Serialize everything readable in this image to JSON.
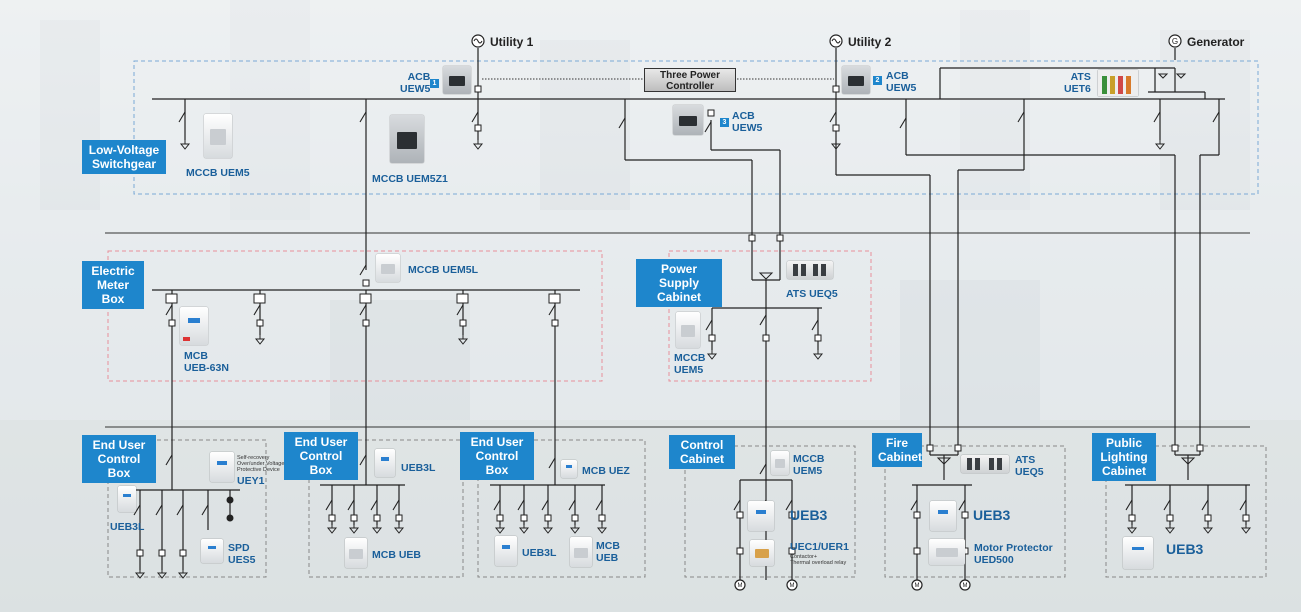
{
  "sources": {
    "utility1": "Utility 1",
    "utility2": "Utility 2",
    "generator": "Generator",
    "generator_symbol": "G",
    "motor_symbol": "M"
  },
  "controller": {
    "line1": "Three Power",
    "line2": "Controller"
  },
  "sections": {
    "lv_switchgear": {
      "line1": "Low-Voltage",
      "line2": "Switchgear"
    },
    "meter_box": {
      "line1": "Electric",
      "line2": "Meter Box"
    },
    "power_supply": {
      "line1": "Power Supply",
      "line2": "Cabinet"
    },
    "end_user_1": {
      "line1": "End User",
      "line2": "Control Box"
    },
    "end_user_2": {
      "line1": "End User",
      "line2": "Control Box"
    },
    "end_user_3": {
      "line1": "End User",
      "line2": "Control Box"
    },
    "control_cabinet": {
      "line1": "Control",
      "line2": "Cabinet"
    },
    "fire_cabinet": {
      "line1": "Fire",
      "line2": "Cabinet"
    },
    "public_lighting": {
      "line1": "Public",
      "line2": "Lighting",
      "line3": "Cabinet"
    }
  },
  "devices": {
    "acb1": {
      "line1": "ACB",
      "line2": "UEW5",
      "badge": "1"
    },
    "acb2": {
      "line1": "ACB",
      "line2": "UEW5",
      "badge": "2"
    },
    "acb3": {
      "line1": "ACB",
      "line2": "UEW5",
      "badge": "3"
    },
    "ats_uet6": {
      "line1": "ATS",
      "line2": "UET6"
    },
    "mccb_uem5": "MCCB  UEM5",
    "mccb_uem5z1": "MCCB  UEM5Z1",
    "mccb_uem5l": "MCCB  UEM5L",
    "ats_ueq5_ps": "ATS UEQ5",
    "mcb_ueb63n": {
      "line1": "MCB",
      "line2": "UEB-63N"
    },
    "mccb_uem5_ps": {
      "line1": "MCCB",
      "line2": "UEM5"
    },
    "uey1": {
      "note1": "Self-recovery",
      "note2": "Over/under Voltage",
      "note3": "Protective Device",
      "name": "UEY1"
    },
    "ueb3l_1": "UEB3L",
    "spd": {
      "line1": "SPD",
      "line2": "UES5"
    },
    "ueb3l_2": "UEB3L",
    "mcb_ueb_2": "MCB  UEB",
    "mcb_uez": "MCB UEZ",
    "ueb3l_3": "UEB3L",
    "mcb_ueb_3": {
      "line1": "MCB",
      "line2": "UEB"
    },
    "mccb_uem5_cc": {
      "line1": "MCCB",
      "line2": "UEM5"
    },
    "ueb3_cc": "UEB3",
    "uec1": {
      "name": "UEC1/UER1",
      "note1": "Contactor+",
      "note2": "Thermal overload relay"
    },
    "ats_ueq5_fire": {
      "line1": "ATS",
      "line2": "UEQ5"
    },
    "ueb3_fire": "UEB3",
    "motor_protector": {
      "line1": "Motor Protector",
      "line2": "UED500"
    },
    "ueb3_pl": "UEB3"
  },
  "colors": {
    "accent": "#1e86cc",
    "label": "#1a5f9a",
    "wire": "#222222",
    "blue_dash": "#7aa9d6",
    "red_dash": "#e88f9a"
  }
}
